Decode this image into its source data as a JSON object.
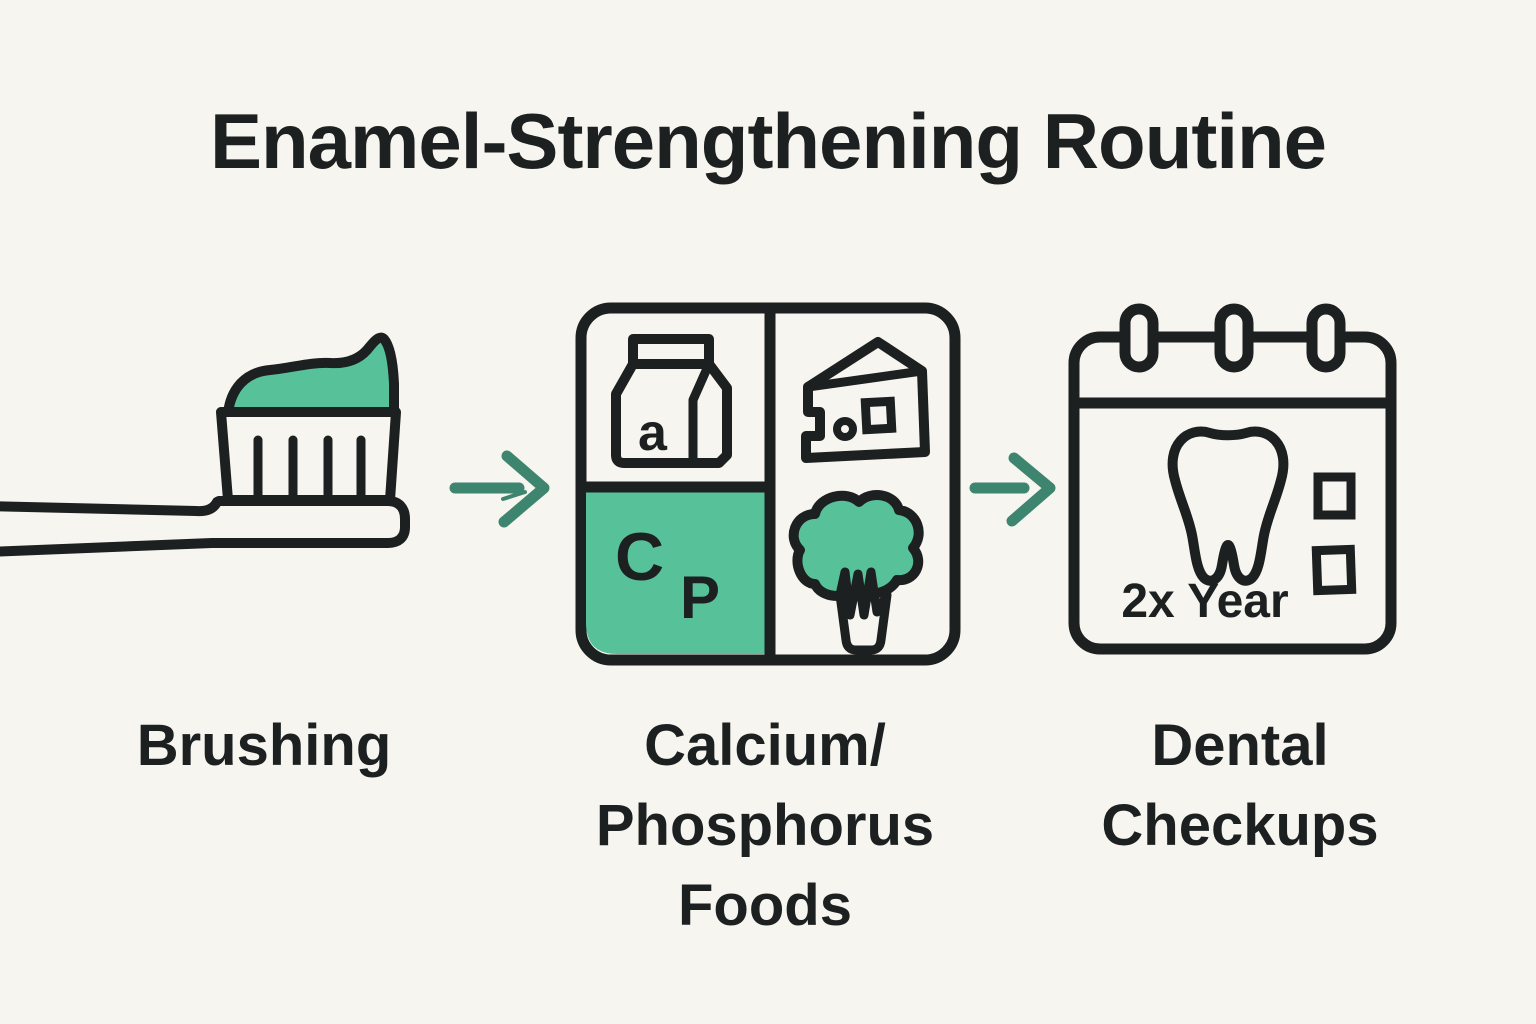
{
  "title": "Enamel-Strengthening Routine",
  "colors": {
    "background": "#f7f5ef",
    "ink": "#1d2021",
    "green_fill": "#57c29a",
    "arrow_green": "#3e8570"
  },
  "steps": [
    {
      "id": "brushing",
      "label": "Brushing",
      "icon": "toothbrush-icon"
    },
    {
      "id": "calcium-phosphorus-foods",
      "label": "Calcium/\nPhosphorus\nFoods",
      "icon": "foods-grid-icon",
      "milk_letter": "a",
      "calcium_symbol": "C",
      "phosphorus_symbol": "P"
    },
    {
      "id": "dental-checkups",
      "label": "Dental\nCheckups",
      "icon": "calendar-icon",
      "frequency_note": "2x Year"
    }
  ]
}
